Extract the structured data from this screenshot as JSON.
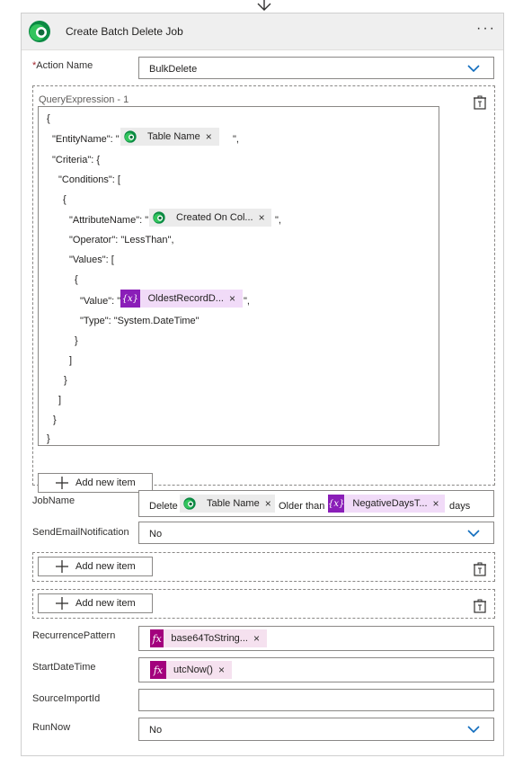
{
  "card": {
    "title": "Create Batch Delete Job",
    "more": "···"
  },
  "action_name": {
    "label_required": "*",
    "label": "Action Name",
    "value": "BulkDelete"
  },
  "query_expression": {
    "title": "QueryExpression - 1",
    "lines": {
      "open_brace": "{",
      "entity_key": "\"EntityName\": \"",
      "entity_after": "\",",
      "criteria_key": "\"Criteria\": {",
      "conditions_key": "\"Conditions\": [",
      "cond_open": "{",
      "attr_key": "\"AttributeName\": \"",
      "attr_after": "\",",
      "operator_line": "\"Operator\": \"LessThan\",",
      "values_key": "\"Values\": [",
      "val_open": "{",
      "value_key": "\"Value\": \"",
      "value_after": "\",",
      "type_line": "\"Type\": \"System.DateTime\"",
      "val_close": "}",
      "values_close": "]",
      "cond_close": "}",
      "conditions_close": "]",
      "criteria_close": "}",
      "close_brace": "}"
    },
    "tokens": {
      "table_name": "Table Name",
      "created_on": "Created On Col...",
      "oldest_record": "OldestRecordD..."
    },
    "add_item": "Add new item"
  },
  "job_name": {
    "label": "JobName",
    "text_delete": "Delete",
    "token_table": "Table Name",
    "text_older": "Older than",
    "token_days": "NegativeDaysT...",
    "text_days": "days"
  },
  "send_email": {
    "label": "SendEmailNotification",
    "value": "No"
  },
  "add_group_1": "Add new item",
  "add_group_2": "Add new item",
  "recurrence": {
    "label": "RecurrencePattern",
    "token": "base64ToString..."
  },
  "start_date": {
    "label": "StartDateTime",
    "token": "utcNow()"
  },
  "source_import": {
    "label": "SourceImportId",
    "value": ""
  },
  "run_now": {
    "label": "RunNow",
    "value": "No"
  },
  "icons": {
    "dataverse": "dataverse-logo-icon",
    "remove": "×",
    "variable_glyph": "{x}",
    "fx_glyph": "fx"
  },
  "colors": {
    "accent": "#0f6cbd",
    "variable": "#8a1eb8",
    "expression": "#a3007d"
  }
}
